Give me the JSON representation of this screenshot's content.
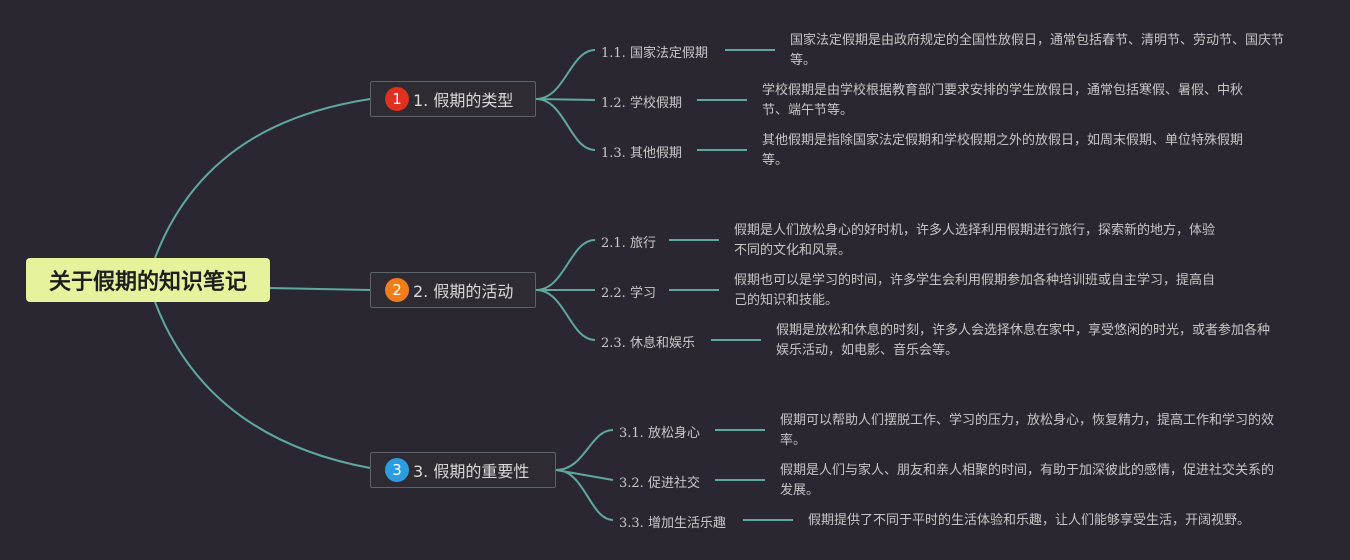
{
  "root": {
    "title": "关于假期的知识笔记"
  },
  "colors": {
    "connector": "#5fa89c",
    "root_bg": "#e6f39c",
    "badge_1": "#e0301e",
    "badge_2": "#ef7d1a",
    "badge_3": "#2a9de0"
  },
  "branches": [
    {
      "number": "1",
      "label": "1. 假期的类型",
      "children": [
        {
          "label": "1.1. 国家法定假期",
          "description": "国家法定假期是由政府规定的全国性放假日，通常包括春节、清明节、劳动节、国庆节等。"
        },
        {
          "label": "1.2. 学校假期",
          "description": "学校假期是由学校根据教育部门要求安排的学生放假日，通常包括寒假、暑假、中秋节、端午节等。"
        },
        {
          "label": "1.3. 其他假期",
          "description": "其他假期是指除国家法定假期和学校假期之外的放假日，如周末假期、单位特殊假期等。"
        }
      ]
    },
    {
      "number": "2",
      "label": "2. 假期的活动",
      "children": [
        {
          "label": "2.1. 旅行",
          "description": "假期是人们放松身心的好时机，许多人选择利用假期进行旅行，探索新的地方，体验不同的文化和风景。"
        },
        {
          "label": "2.2. 学习",
          "description": "假期也可以是学习的时间，许多学生会利用假期参加各种培训班或自主学习，提高自己的知识和技能。"
        },
        {
          "label": "2.3. 休息和娱乐",
          "description": "假期是放松和休息的时刻，许多人会选择休息在家中，享受悠闲的时光，或者参加各种娱乐活动，如电影、音乐会等。"
        }
      ]
    },
    {
      "number": "3",
      "label": "3. 假期的重要性",
      "children": [
        {
          "label": "3.1. 放松身心",
          "description": "假期可以帮助人们摆脱工作、学习的压力，放松身心，恢复精力，提高工作和学习的效率。"
        },
        {
          "label": "3.2. 促进社交",
          "description": "假期是人们与家人、朋友和亲人相聚的时间，有助于加深彼此的感情，促进社交关系的发展。"
        },
        {
          "label": "3.3. 增加生活乐趣",
          "description": "假期提供了不同于平时的生活体验和乐趣，让人们能够享受生活，开阔视野。"
        }
      ]
    }
  ]
}
